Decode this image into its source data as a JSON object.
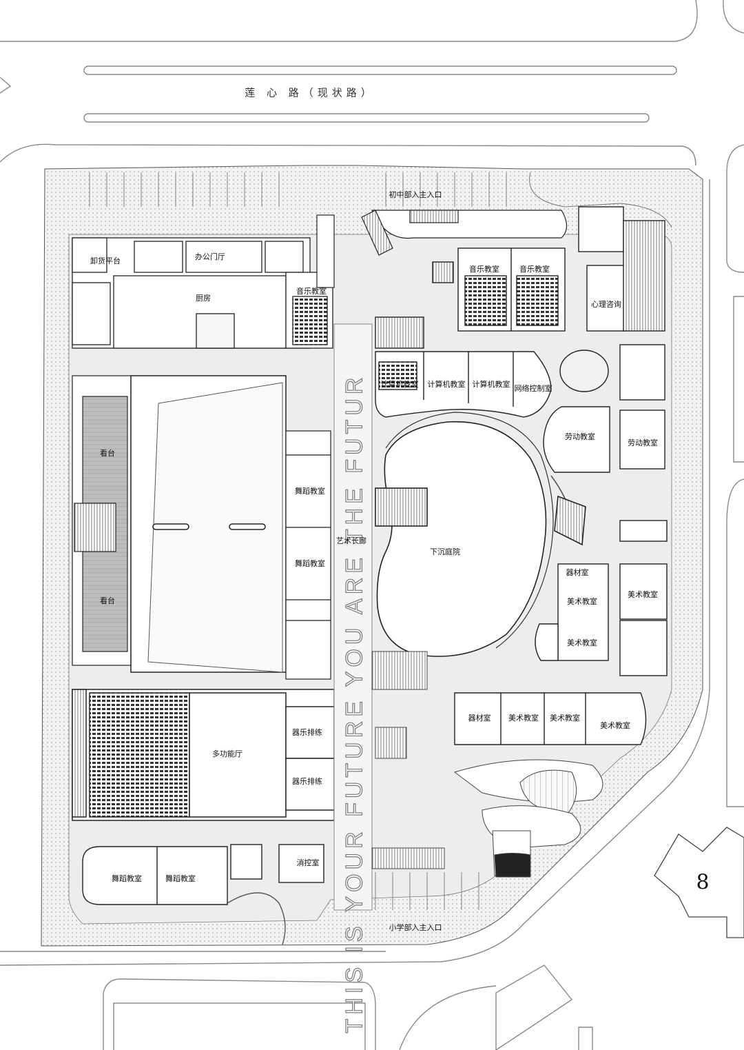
{
  "road": "莲 心 路（现状路）",
  "entrances": {
    "middle": "初中部入主入口",
    "primary": "小学部入主入口"
  },
  "slogan": "THIS IS YOUR FUTURE YOU ARE THE FUTUR",
  "building_number": "8",
  "rooms": {
    "unloading": "卸货平台",
    "office_hall": "办公门厅",
    "kitchen": "厨房",
    "music_small": "音乐教室",
    "music_1": "音乐教室",
    "music_2": "音乐教室",
    "psych": "心理咨询",
    "stand_1": "看台",
    "stand_2": "看台",
    "dance_1": "舞蹈教室",
    "dance_2": "舞蹈教室",
    "art_corridor": "艺术长廊",
    "sunken_court": "下沉庭院",
    "comp_1": "计算机教室",
    "comp_2": "计算机教室",
    "comp_3": "计算机教室",
    "network": "网络控制室",
    "labor_1": "劳动教室",
    "labor_2": "劳动教室",
    "equip_1": "器材室",
    "art_1": "美术教室",
    "art_2": "美术教室",
    "art_3": "美术教室",
    "equip_2": "器材室",
    "art_4": "美术教室",
    "art_5": "美术教室",
    "art_6": "美术教室",
    "inst_1": "器乐排练",
    "inst_2": "器乐排练",
    "multi_hall": "多功能厅",
    "dance_3": "舞蹈教室",
    "dance_4": "舞蹈教室",
    "fire_control": "消控室"
  }
}
